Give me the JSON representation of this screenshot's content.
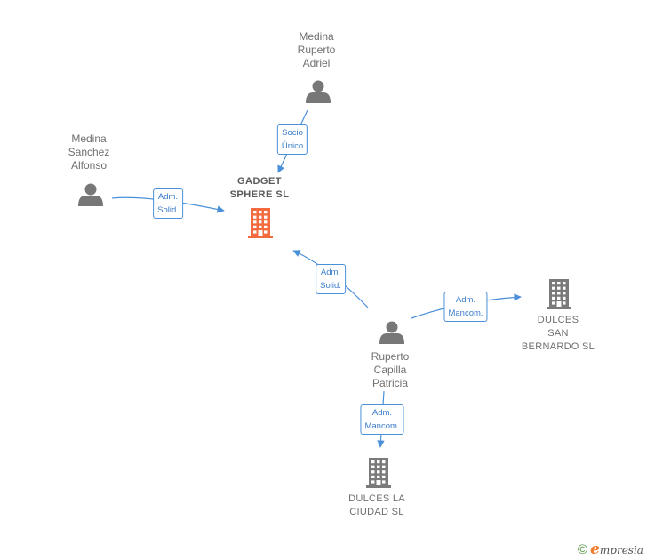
{
  "colors": {
    "person": "#777777",
    "company": "#7a7a7a",
    "focus_company": "#f26a3d",
    "edge": "#4a90d9",
    "label": "#6f6f6f"
  },
  "nodes": [
    {
      "id": "medina-ruperto-adriel",
      "type": "person",
      "label": "Medina\nRuperto\nAdriel",
      "icon": "person-icon"
    },
    {
      "id": "medina-sanchez-alfonso",
      "type": "person",
      "label": "Medina\nSanchez\nAlfonso",
      "icon": "person-icon"
    },
    {
      "id": "gadget-sphere-sl",
      "type": "company",
      "focus": true,
      "label": "GADGET\nSPHERE  SL",
      "icon": "building-icon"
    },
    {
      "id": "ruperto-capilla-patricia",
      "type": "person",
      "label": "Ruperto\nCapilla\nPatricia",
      "icon": "person-icon"
    },
    {
      "id": "dulces-san-bernardo-sl",
      "type": "company",
      "label": "DULCES\nSAN\nBERNARDO SL",
      "icon": "building-icon"
    },
    {
      "id": "dulces-la-ciudad-sl",
      "type": "company",
      "label": "DULCES LA\nCIUDAD SL",
      "icon": "building-icon"
    }
  ],
  "edges": [
    {
      "from": "medina-ruperto-adriel",
      "to": "gadget-sphere-sl",
      "label": "Socio\nÚnico"
    },
    {
      "from": "medina-sanchez-alfonso",
      "to": "gadget-sphere-sl",
      "label": "Adm.\nSolid."
    },
    {
      "from": "ruperto-capilla-patricia",
      "to": "gadget-sphere-sl",
      "label": "Adm.\nSolid."
    },
    {
      "from": "ruperto-capilla-patricia",
      "to": "dulces-san-bernardo-sl",
      "label": "Adm.\nMancom."
    },
    {
      "from": "ruperto-capilla-patricia",
      "to": "dulces-la-ciudad-sl",
      "label": "Adm.\nMancom."
    }
  ],
  "brand": {
    "copyright": "©",
    "name_initial": "e",
    "name_rest": "mpresia"
  }
}
